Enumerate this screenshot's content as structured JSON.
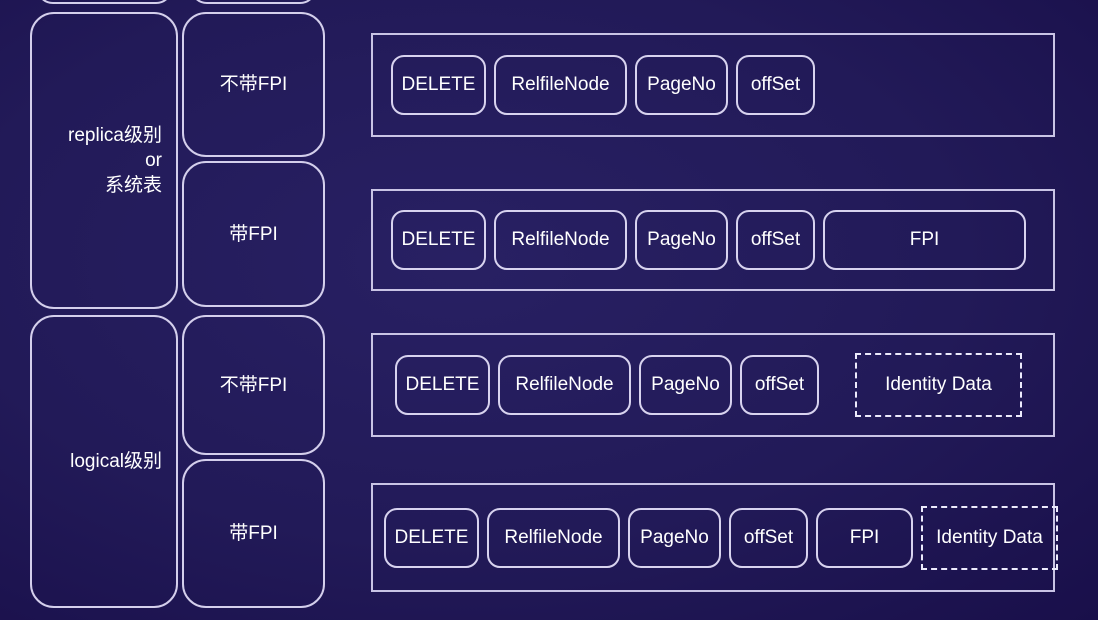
{
  "colors": {
    "background": "#221a58",
    "line": "#d4cfec",
    "dashed_line": "#eceafc",
    "text": "#ffffff"
  },
  "left_panel": {
    "groups": [
      {
        "category_lines": [
          "replica级别",
          "or",
          "系统表"
        ],
        "options": [
          {
            "label": "不带FPI"
          },
          {
            "label": "带FPI"
          }
        ]
      },
      {
        "category_lines": [
          "logical级别"
        ],
        "options": [
          {
            "label": "不带FPI"
          },
          {
            "label": "带FPI"
          }
        ]
      }
    ]
  },
  "rows": [
    {
      "fields": [
        {
          "label": "DELETE",
          "border": "solid"
        },
        {
          "label": "RelfileNode",
          "border": "solid"
        },
        {
          "label": "PageNo",
          "border": "solid"
        },
        {
          "label": "offSet",
          "border": "solid"
        }
      ]
    },
    {
      "fields": [
        {
          "label": "DELETE",
          "border": "solid"
        },
        {
          "label": "RelfileNode",
          "border": "solid"
        },
        {
          "label": "PageNo",
          "border": "solid"
        },
        {
          "label": "offSet",
          "border": "solid"
        },
        {
          "label": "FPI",
          "border": "solid"
        }
      ]
    },
    {
      "fields": [
        {
          "label": "DELETE",
          "border": "solid"
        },
        {
          "label": "RelfileNode",
          "border": "solid"
        },
        {
          "label": "PageNo",
          "border": "solid"
        },
        {
          "label": "offSet",
          "border": "solid"
        },
        {
          "label": "Identity Data",
          "border": "dashed"
        }
      ]
    },
    {
      "fields": [
        {
          "label": "DELETE",
          "border": "solid"
        },
        {
          "label": "RelfileNode",
          "border": "solid"
        },
        {
          "label": "PageNo",
          "border": "solid"
        },
        {
          "label": "offSet",
          "border": "solid"
        },
        {
          "label": "FPI",
          "border": "solid"
        },
        {
          "label": "Identity Data",
          "border": "dashed"
        }
      ]
    }
  ]
}
